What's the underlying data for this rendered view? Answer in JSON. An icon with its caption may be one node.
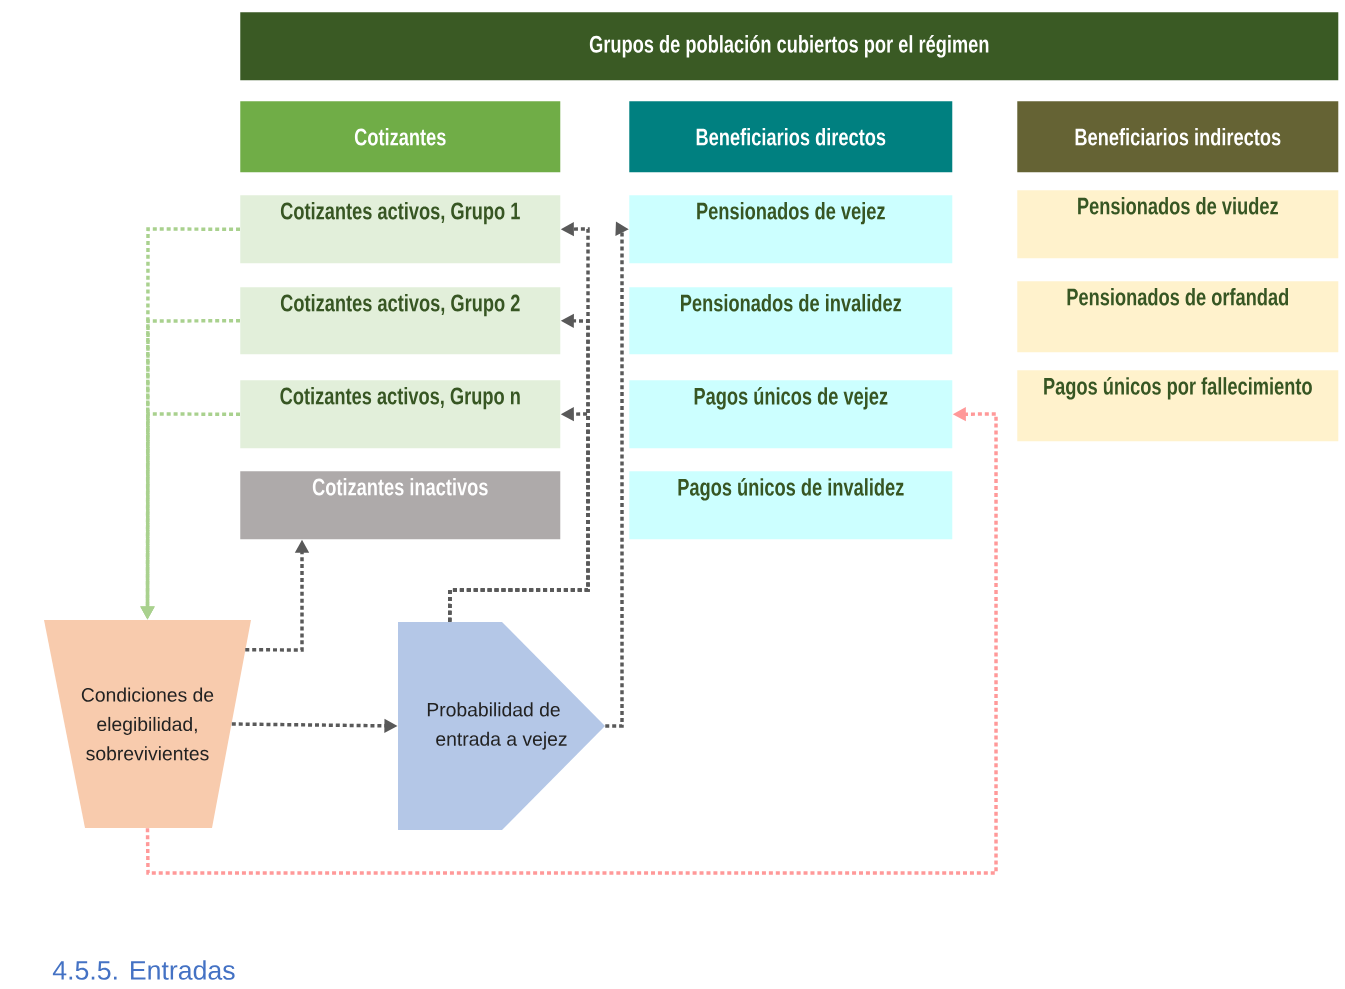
{
  "diagram": {
    "nodes": [
      {
        "text": [
          "Grupos de población cubiertos por el régimen"
        ]
      },
      {
        "text": [
          "Cotizantes"
        ]
      },
      {
        "text": [
          "Beneficiarios directos"
        ]
      },
      {
        "text": [
          "Beneficiarios indirectos"
        ]
      },
      {
        "text": [
          "Cotizantes activos, Grupo 1"
        ]
      },
      {
        "text": [
          "Cotizantes activos, Grupo 2"
        ]
      },
      {
        "text": [
          "Cotizantes activos, Grupo n"
        ]
      },
      {
        "text": [
          "Cotizantes inactivos"
        ]
      },
      {
        "text": [
          "Pensionados de vejez"
        ]
      },
      {
        "text": [
          "Pensionados de invalidez"
        ]
      },
      {
        "text": [
          "Pagos únicos de vejez"
        ]
      },
      {
        "text": [
          "Pagos únicos de invalidez"
        ]
      },
      {
        "text": [
          "Pensionados de viudez"
        ]
      },
      {
        "text": [
          "Pensionados de orfandad"
        ]
      },
      {
        "text": [
          "Pagos únicos por fallecimiento"
        ]
      },
      {
        "text": [
          "Condiciones de elegibilidad, sobrevivientes"
        ]
      },
      {
        "text": [
          "Probabilidad de entrada a vejez"
        ]
      }
    ],
    "edges": [
      {
        "from": 4,
        "to": 15,
        "arrow": "to",
        "style": "dashed",
        "color": "#a9d18e"
      },
      {
        "from": 5,
        "to": 15,
        "arrow": "to",
        "style": "dashed",
        "color": "#a9d18e"
      },
      {
        "from": 6,
        "to": 15,
        "arrow": "to",
        "style": "dashed",
        "color": "#a9d18e"
      },
      {
        "from": 15,
        "to": 7,
        "arrow": "to",
        "style": "dashed"
      },
      {
        "from": 15,
        "to": 16,
        "arrow": "to",
        "style": "dashed"
      },
      {
        "from": 16,
        "to": 4,
        "arrow": "to",
        "style": "dashed"
      },
      {
        "from": 16,
        "to": 5,
        "arrow": "to",
        "style": "dashed"
      },
      {
        "from": 16,
        "to": 6,
        "arrow": "to",
        "style": "dashed"
      },
      {
        "from": 16,
        "to": 8,
        "arrow": "to",
        "style": "dashed"
      },
      {
        "from": 15,
        "to": 10,
        "arrow": "to",
        "style": "dashed",
        "color": "#ff9999"
      }
    ],
    "labels": [
      "4.5.5. Entradas"
    ]
  }
}
